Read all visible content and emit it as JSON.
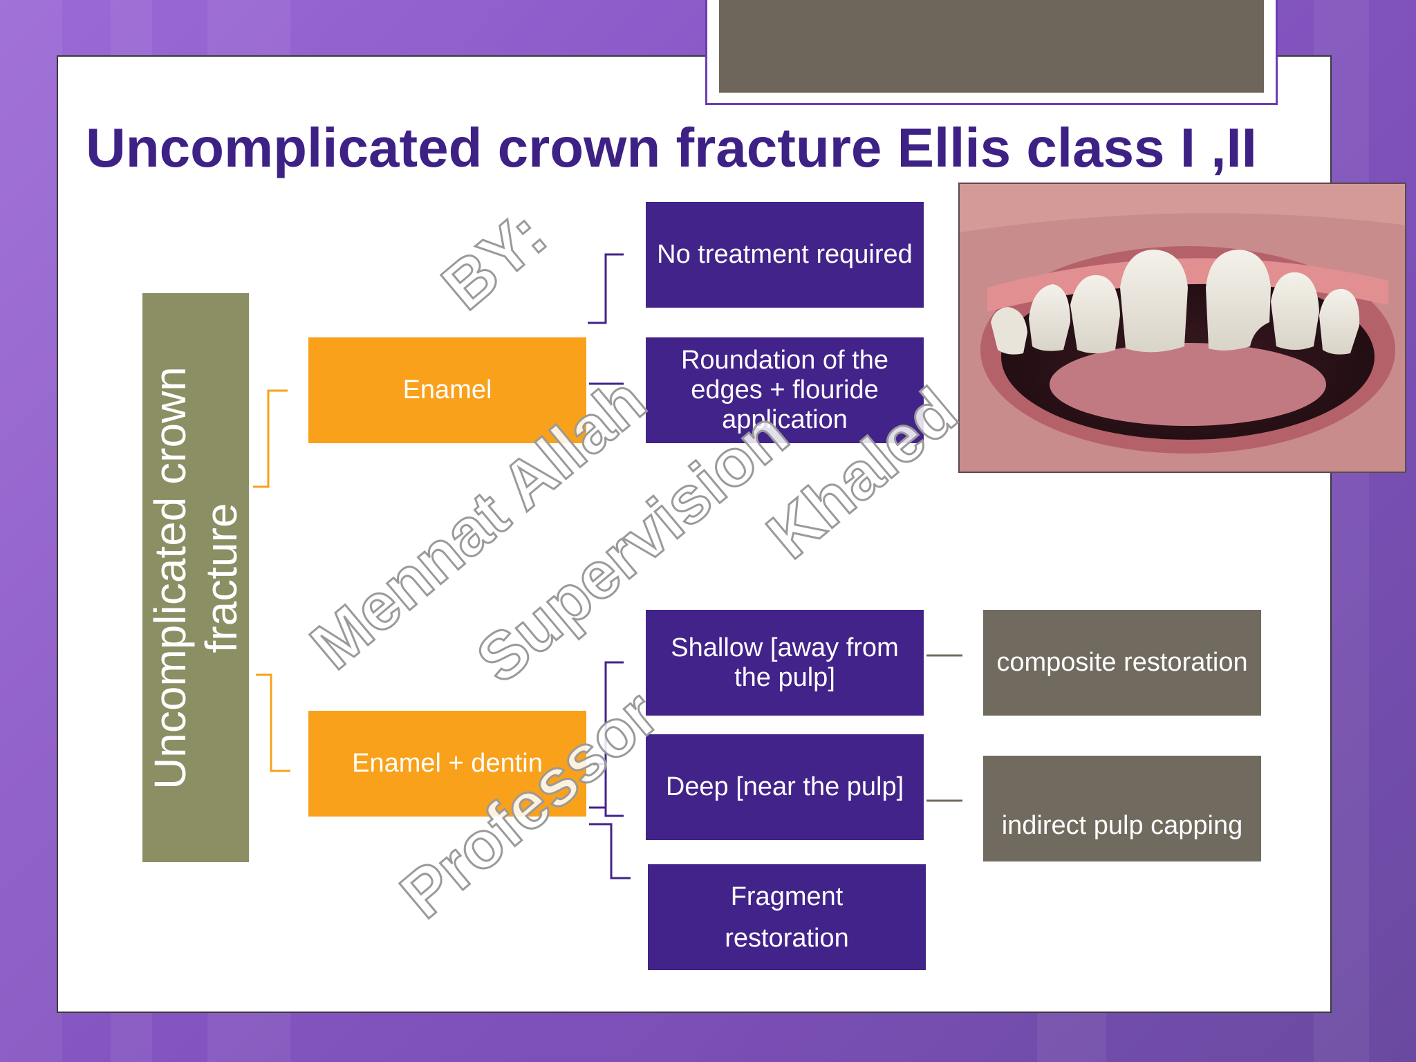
{
  "title": "Uncomplicated crown fracture Ellis class I ,II",
  "root": "Uncomplicated crown fracture",
  "branches": {
    "enamel": {
      "label": "Enamel",
      "options": [
        "No treatment required",
        "Roundation of the edges + flouride application"
      ]
    },
    "enamel_dentin": {
      "label": "Enamel + dentin",
      "options": [
        "Shallow [away from the pulp]",
        "Deep [near the pulp]",
        "Fragment restoration"
      ],
      "treatments": [
        "composite restoration",
        "indirect pulp capping"
      ]
    }
  },
  "watermark": {
    "line1": "BY:",
    "line2": "Mennat Allah",
    "line3": "Supervision",
    "line4": "Professor",
    "line5": "Khaled"
  },
  "colors": {
    "title": "#3d2185",
    "purple_box": "#42238a",
    "orange_box": "#f9a11b",
    "olive_box": "#8b8f63",
    "gray_box": "#716a5f",
    "header_band": "#6e665a"
  },
  "icons": {
    "photo": "fractured-incisor-photo"
  }
}
